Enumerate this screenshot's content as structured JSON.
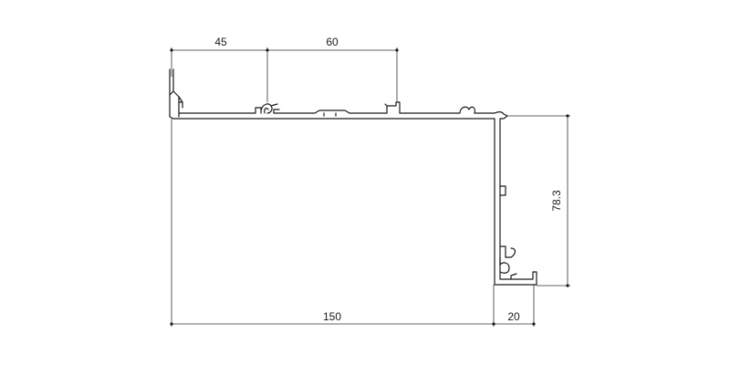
{
  "dimensions": {
    "top_left": "45",
    "top_middle": "60",
    "bottom_total": "150",
    "bottom_right": "20",
    "height_right": "78.3"
  },
  "colors": {
    "line": "#1a1a1a",
    "background": "#ffffff"
  }
}
